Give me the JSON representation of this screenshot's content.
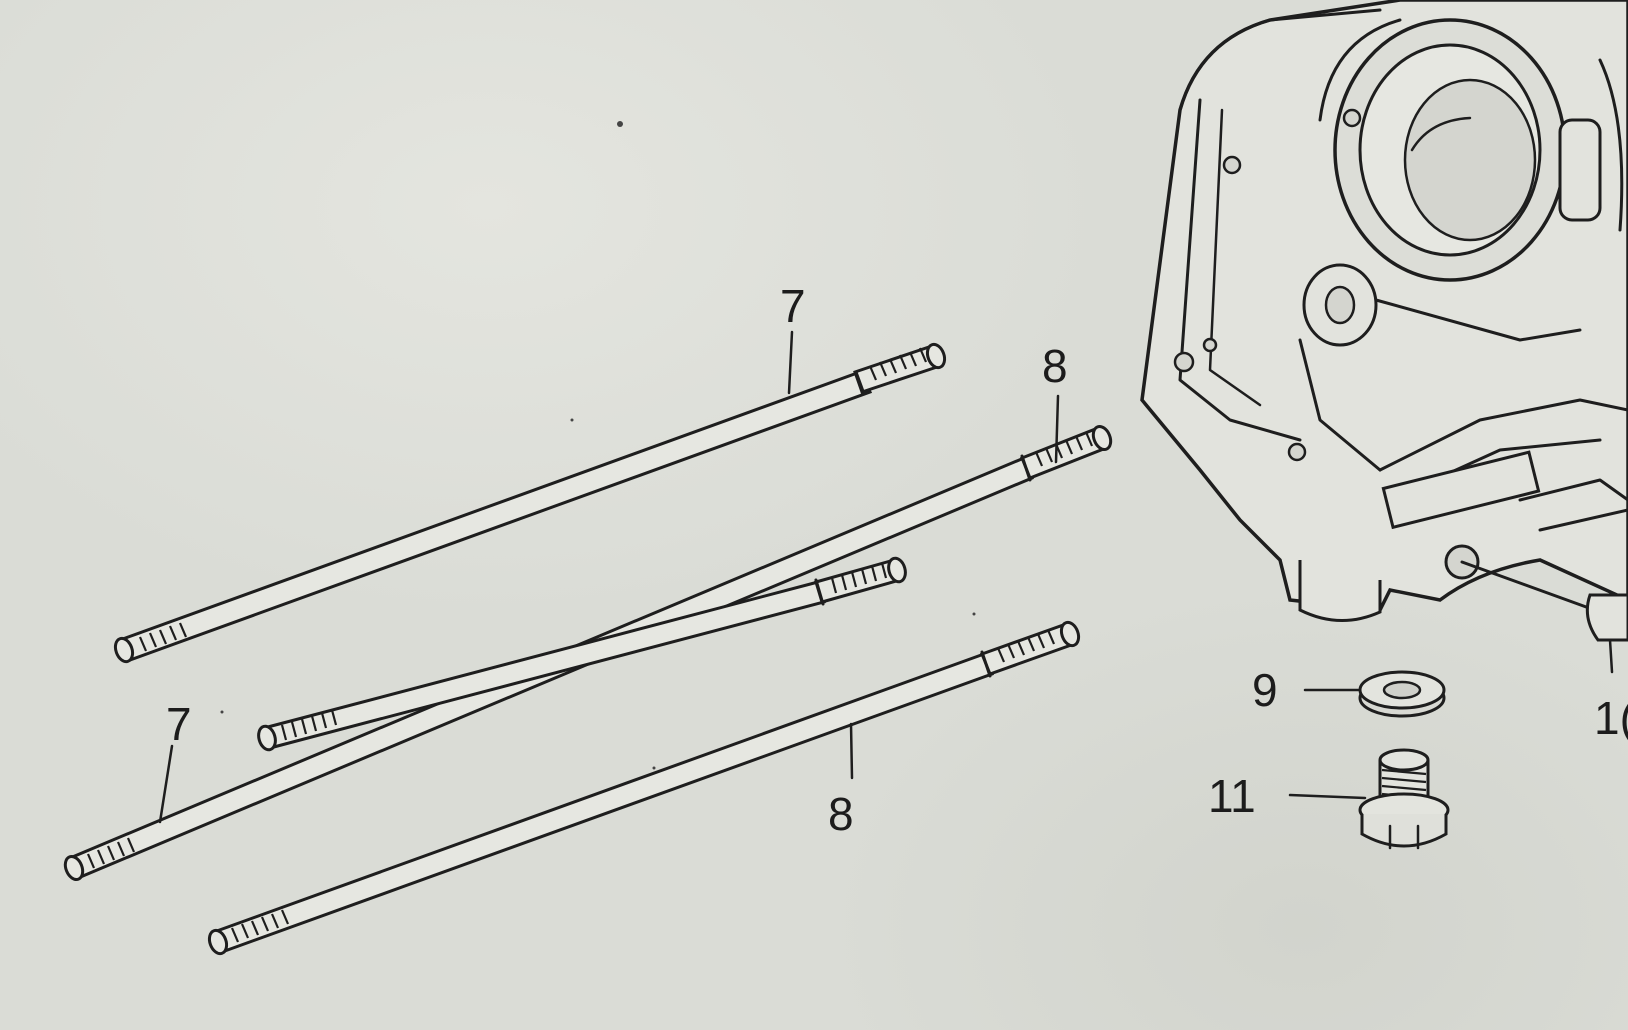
{
  "callouts": {
    "stud_7_upper": "7",
    "stud_7_lower": "7",
    "stud_8_upper": "8",
    "stud_8_lower": "8",
    "washer_9": "9",
    "bolt_11": "11",
    "part_10_partial": "1("
  }
}
